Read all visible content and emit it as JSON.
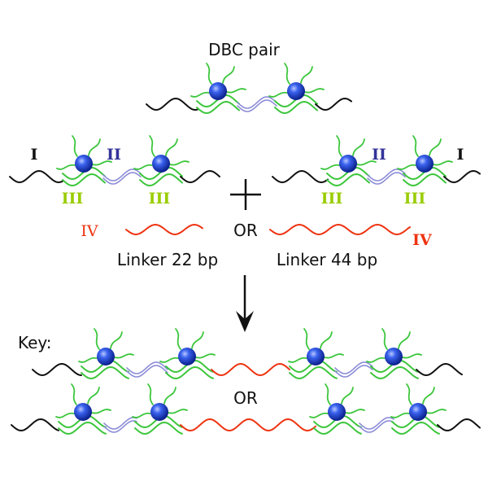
{
  "title": "DBC pair",
  "labels": {
    "I": "I",
    "II": "II",
    "III": "III",
    "IV": "IV",
    "or": "OR",
    "linker_short": "Linker 22 bp",
    "linker_long": "Linker 44 bp",
    "key": "Key:"
  },
  "colors": {
    "dna": "#111111",
    "protein_tail": "#3cc63c",
    "bound_dna": "#8c8cd8",
    "linker": "#ee3311",
    "nucleosome": "#2a4fe0",
    "label_II": "#333399",
    "label_III": "#99cc00",
    "label_IV": "#ee3311"
  },
  "icons": [
    "nucleosome-icon",
    "plus-icon",
    "arrow-down-icon"
  ]
}
